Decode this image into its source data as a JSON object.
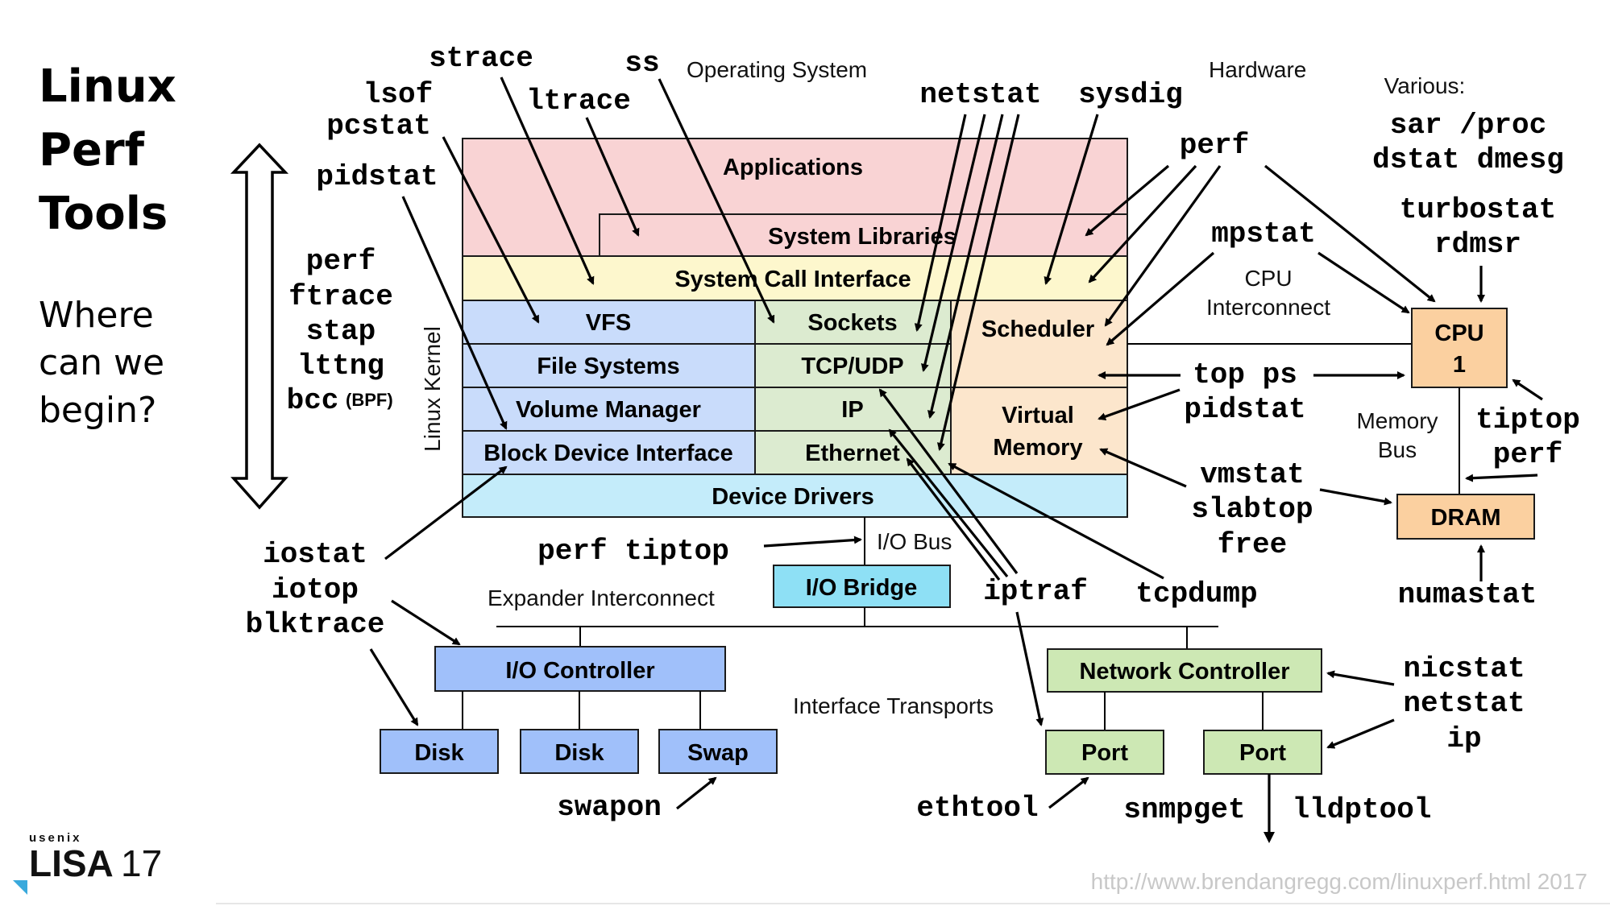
{
  "slide": {
    "title": "Linux\nPerf\nTools",
    "subtitle": "Where\ncan we\nbegin?",
    "footer_url": "http://www.brendangregg.com/linuxperf.html 2017",
    "logo_small": "usenix",
    "logo_big": "LISA",
    "logo_num": "17"
  },
  "colors": {
    "applications": "#f9d3d4",
    "syscall": "#fdf7cd",
    "kernel_blue": "#c9dcfb",
    "kernel_green": "#dcebd0",
    "kernel_orange": "#fce6cc",
    "device_drivers": "#c4ecfa",
    "io_bridge": "#8ee0f5",
    "hw_blue": "#a0c0fa",
    "hw_green": "#cde8b4",
    "cpu_dram": "#fbd0a0"
  },
  "sections": {
    "os": "Operating System",
    "hardware": "Hardware",
    "various": "Various:",
    "kernel": "Linux Kernel"
  },
  "layers": {
    "applications": "Applications",
    "system_libraries": "System Libraries",
    "syscall_interface": "System Call Interface",
    "vfs": "VFS",
    "sockets": "Sockets",
    "scheduler": "Scheduler",
    "file_systems": "File Systems",
    "tcp_udp": "TCP/UDP",
    "volume_manager": "Volume Manager",
    "ip": "IP",
    "virtual_memory_1": "Virtual",
    "virtual_memory_2": "Memory",
    "block_device": "Block Device Interface",
    "ethernet": "Ethernet",
    "device_drivers": "Device Drivers"
  },
  "hardware": {
    "io_bus": "I/O Bus",
    "io_bridge": "I/O Bridge",
    "expander": "Expander Interconnect",
    "io_controller": "I/O Controller",
    "disk1": "Disk",
    "disk2": "Disk",
    "swap": "Swap",
    "interface_transports": "Interface Transports",
    "network_controller": "Network Controller",
    "port1": "Port",
    "port2": "Port",
    "cpu_line1": "CPU",
    "cpu_line2": "1",
    "cpu_interconnect_1": "CPU",
    "cpu_interconnect_2": "Interconnect",
    "memory_bus_1": "Memory",
    "memory_bus_2": "Bus",
    "dram": "DRAM"
  },
  "tools": {
    "strace": "strace",
    "ss": "ss",
    "lsof": "lsof",
    "pcstat": "pcstat",
    "ltrace": "ltrace",
    "pidstat_top": "pidstat",
    "netstat_top": "netstat",
    "sysdig": "sysdig",
    "perf_hw": "perf",
    "sar_proc": "sar /proc",
    "dstat_dmesg": "dstat dmesg",
    "turbostat": "turbostat",
    "rdmsr": "rdmsr",
    "mpstat": "mpstat",
    "left_stack": [
      "perf",
      "ftrace",
      "stap",
      "lttng",
      "bcc"
    ],
    "bpf_note": "(BPF)",
    "top_ps": "top ps",
    "pidstat_mid": "pidstat",
    "tiptop": "tiptop",
    "perf_cpu": "perf",
    "vmstat": "vmstat",
    "slabtop": "slabtop",
    "free": "free",
    "perf_tiptop": "perf tiptop",
    "iptraf": "iptraf",
    "tcpdump": "tcpdump",
    "numastat": "numastat",
    "iostat": "iostat",
    "iotop": "iotop",
    "blktrace": "blktrace",
    "nicstat": "nicstat",
    "netstat_nic": "netstat",
    "ip_tool": "ip",
    "swapon": "swapon",
    "ethtool": "ethtool",
    "snmpget": "snmpget",
    "lldptool": "lldptool"
  }
}
